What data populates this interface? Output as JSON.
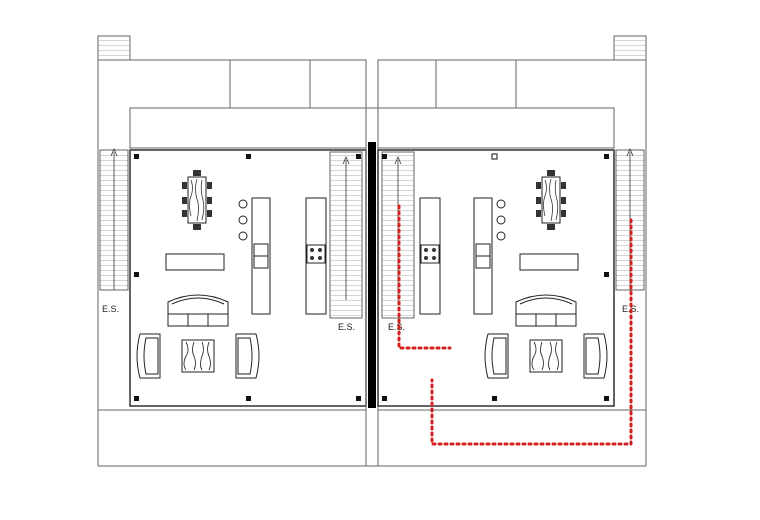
{
  "labels": {
    "left_outer_stair": "E.S.",
    "left_inner_stair": "E.S.",
    "right_inner_stair": "E.S.",
    "right_outer_stair": "E.S."
  },
  "colors": {
    "line": "#555555",
    "wall": "#000000",
    "route": "#d42020",
    "fill_dark": "#333333",
    "background": "#ffffff"
  },
  "icons": {
    "stair_arrow": "arrow-up-icon",
    "column": "square-column-icon"
  }
}
